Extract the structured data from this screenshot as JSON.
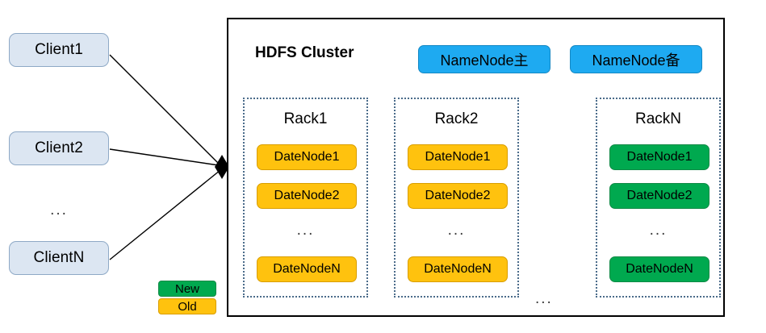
{
  "clients": {
    "items": [
      {
        "label": "Client1"
      },
      {
        "label": "Client2"
      },
      {
        "label": "ClientN"
      }
    ],
    "ellipsis": "..."
  },
  "legend": {
    "new_label": "New",
    "old_label": "Old",
    "new_color": "#00a94f",
    "old_color": "#ffc20e"
  },
  "cluster": {
    "title": "HDFS Cluster",
    "namenodes": [
      {
        "label": "NameNode主"
      },
      {
        "label": "NameNode备"
      }
    ],
    "namenode_color": "#1eaaf1",
    "gap_ellipsis": "...",
    "racks": [
      {
        "title": "Rack1",
        "state": "old",
        "nodes": [
          {
            "label": "DateNode1"
          },
          {
            "label": "DateNode2"
          },
          {
            "label": "DateNodeN"
          }
        ],
        "ellipsis": "..."
      },
      {
        "title": "Rack2",
        "state": "old",
        "nodes": [
          {
            "label": "DateNode1"
          },
          {
            "label": "DateNode2"
          },
          {
            "label": "DateNodeN"
          }
        ],
        "ellipsis": "..."
      },
      {
        "title": "RackN",
        "state": "new",
        "nodes": [
          {
            "label": "DateNode1"
          },
          {
            "label": "DateNode2"
          },
          {
            "label": "DateNodeN"
          }
        ],
        "ellipsis": "..."
      }
    ]
  },
  "watermark": ""
}
